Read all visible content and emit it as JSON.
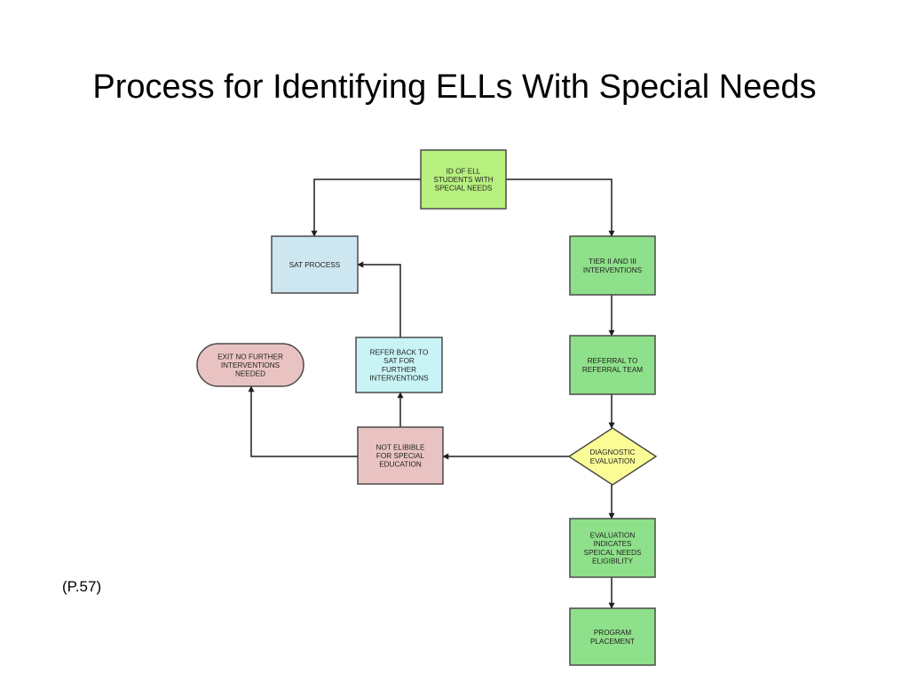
{
  "slide": {
    "title": "Process for Identifying ELLs With Special Needs",
    "page_ref": "(P.57)"
  },
  "colors": {
    "light_green": "#b7f07e",
    "green": "#8fe08a",
    "light_blue": "#cde6ef",
    "cyan": "#c8f4f6",
    "pink": "#e9c3c2",
    "yellow": "#fcfc96",
    "line": "#1e1e1e",
    "border": "#4a4a4a"
  },
  "flowchart": {
    "nodes": [
      {
        "id": "id_ell",
        "shape": "rect",
        "color": "light_green",
        "lines": [
          "ID OF ELL",
          "STUDENTS WITH",
          "SPECIAL NEEDS"
        ]
      },
      {
        "id": "sat_process",
        "shape": "rect",
        "color": "light_blue",
        "lines": [
          "SAT PROCESS"
        ]
      },
      {
        "id": "tier_interventions",
        "shape": "rect",
        "color": "green",
        "lines": [
          "TIER II AND III",
          "INTERVENTIONS"
        ]
      },
      {
        "id": "exit_no_further",
        "shape": "rounded",
        "color": "pink",
        "lines": [
          "EXIT NO FURTHER",
          "INTERVENTIONS",
          "NEEDED"
        ]
      },
      {
        "id": "refer_back_sat",
        "shape": "rect",
        "color": "cyan",
        "lines": [
          "REFER BACK TO",
          "SAT FOR",
          "FURTHER",
          "INTERVENTIONS"
        ]
      },
      {
        "id": "referral_team",
        "shape": "rect",
        "color": "green",
        "lines": [
          "REFERRAL TO",
          "REFERRAL TEAM"
        ]
      },
      {
        "id": "not_eligible",
        "shape": "rect",
        "color": "pink",
        "lines": [
          "NOT ELIBIBLE",
          "FOR SPECIAL",
          "EDUCATION"
        ]
      },
      {
        "id": "diagnostic_eval",
        "shape": "diamond",
        "color": "yellow",
        "lines": [
          "DIAGNOSTIC",
          "EVALUATION"
        ]
      },
      {
        "id": "eval_indicates",
        "shape": "rect",
        "color": "green",
        "lines": [
          "EVALUATION",
          "INDICATES",
          "SPEICAL NEEDS",
          "ELIGIBILITY"
        ]
      },
      {
        "id": "program_placement",
        "shape": "rect",
        "color": "green",
        "lines": [
          "PROGRAM",
          "PLACEMENT"
        ]
      }
    ],
    "edges": [
      {
        "from": "id_ell",
        "to": "sat_process"
      },
      {
        "from": "id_ell",
        "to": "tier_interventions"
      },
      {
        "from": "tier_interventions",
        "to": "referral_team"
      },
      {
        "from": "referral_team",
        "to": "diagnostic_eval"
      },
      {
        "from": "diagnostic_eval",
        "to": "not_eligible"
      },
      {
        "from": "diagnostic_eval",
        "to": "eval_indicates"
      },
      {
        "from": "eval_indicates",
        "to": "program_placement"
      },
      {
        "from": "not_eligible",
        "to": "refer_back_sat"
      },
      {
        "from": "refer_back_sat",
        "to": "sat_process"
      },
      {
        "from": "not_eligible",
        "to": "exit_no_further"
      }
    ]
  }
}
